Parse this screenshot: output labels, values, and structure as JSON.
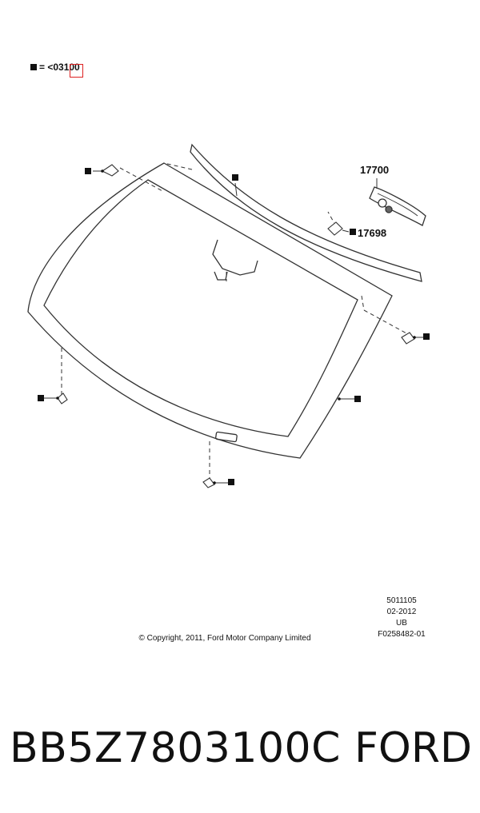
{
  "legend": {
    "text": "= <03100"
  },
  "callouts": {
    "mirror": "17700",
    "bracket": "17698"
  },
  "meta": {
    "code": "5011105",
    "date": "02-2012",
    "region": "UB",
    "figure": "F0258482-01"
  },
  "copyright": "© Copyright, 2011, Ford Motor Company Limited",
  "caption": {
    "part_number": "BB5Z7803100C",
    "brand": "FORD"
  },
  "colors": {
    "line": "#333333",
    "highlight": "#dd2222"
  }
}
